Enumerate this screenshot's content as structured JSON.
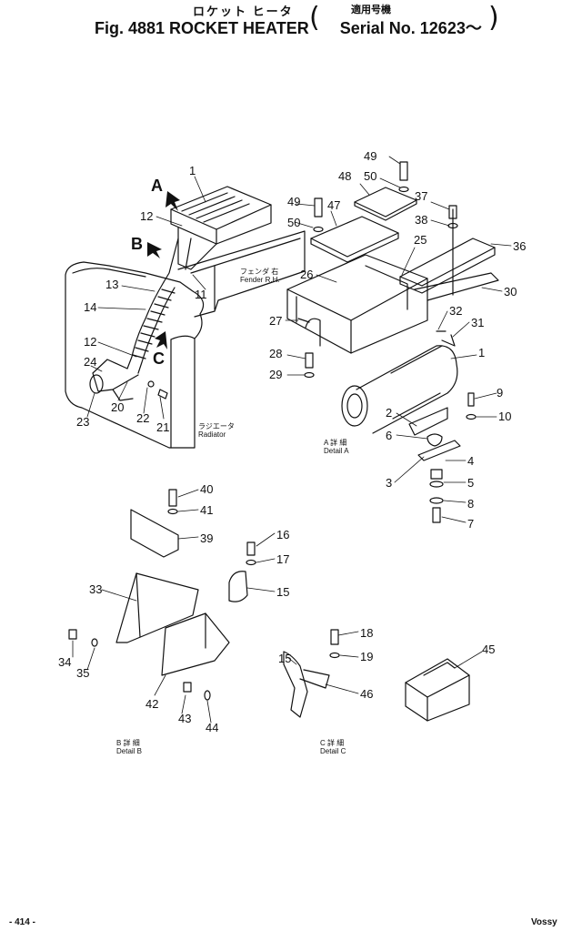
{
  "title": {
    "jp": "ロケット ヒータ",
    "en": "Fig. 4881 ROCKET HEATER",
    "serial_jp": "適用号機",
    "serial_en": "Serial No. 12623～",
    "paren_open": "(",
    "paren_close": ")"
  },
  "labels": {
    "fender_jp": "フェンダ 右",
    "fender_en": "Fender R.H.",
    "radiator_jp": "ラジエータ",
    "radiator_en": "Radiator",
    "detail_a_jp": "A 詳 細",
    "detail_a_en": "Detail A",
    "detail_b_jp": "B 詳 細",
    "detail_b_en": "Detail B",
    "detail_c_jp": "C 詳 細",
    "detail_c_en": "Detail C"
  },
  "view_arrows": [
    "A",
    "B",
    "C"
  ],
  "callouts": [
    "1",
    "12",
    "13",
    "14",
    "12",
    "24",
    "23",
    "20",
    "22",
    "21",
    "11",
    "49",
    "50",
    "48",
    "49",
    "47",
    "50",
    "37",
    "38",
    "25",
    "36",
    "26",
    "30",
    "27",
    "32",
    "31",
    "28",
    "1",
    "29",
    "9",
    "10",
    "2",
    "6",
    "4",
    "3",
    "5",
    "8",
    "7",
    "40",
    "41",
    "39",
    "16",
    "17",
    "15",
    "33",
    "34",
    "35",
    "42",
    "43",
    "44",
    "18",
    "19",
    "15",
    "46",
    "45"
  ],
  "footer": {
    "left": "- 414 -",
    "right": "Vossy"
  },
  "colors": {
    "ink": "#111111",
    "paper": "#ffffff"
  }
}
